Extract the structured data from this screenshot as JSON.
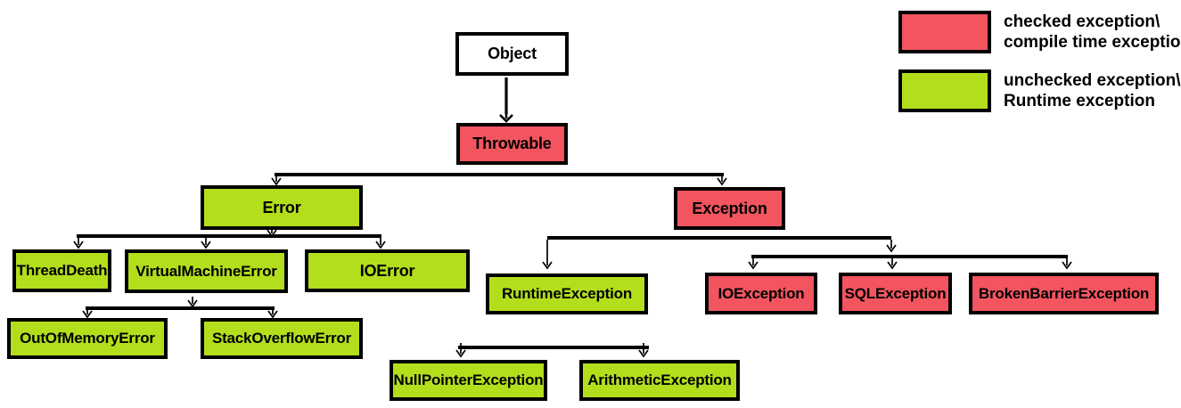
{
  "diagram": {
    "description": "Java exception class hierarchy",
    "nodes": [
      {
        "id": "object",
        "label": "Object",
        "type": "neutral"
      },
      {
        "id": "throwable",
        "label": "Throwable",
        "type": "checked"
      },
      {
        "id": "error",
        "label": "Error",
        "type": "unchecked"
      },
      {
        "id": "exception",
        "label": "Exception",
        "type": "checked"
      },
      {
        "id": "threaddeath",
        "label": "ThreadDeath",
        "type": "unchecked"
      },
      {
        "id": "virtualmachineerror",
        "label": "VirtualMachineError",
        "type": "unchecked"
      },
      {
        "id": "ioerror",
        "label": "IOError",
        "type": "unchecked"
      },
      {
        "id": "outofmemoryerror",
        "label": "OutOfMemoryError",
        "type": "unchecked"
      },
      {
        "id": "stackoverflowerror",
        "label": "StackOverflowError",
        "type": "unchecked"
      },
      {
        "id": "runtimeexception",
        "label": "RuntimeException",
        "type": "unchecked"
      },
      {
        "id": "ioexception",
        "label": "IOException",
        "type": "checked"
      },
      {
        "id": "sqlexception",
        "label": "SQLException",
        "type": "checked"
      },
      {
        "id": "brokenbarrierexception",
        "label": "BrokenBarrierException",
        "type": "checked"
      },
      {
        "id": "nullpointerexception",
        "label": "NullPointerException",
        "type": "unchecked"
      },
      {
        "id": "arithmeticexception",
        "label": "ArithmeticException",
        "type": "unchecked"
      }
    ],
    "edges": [
      {
        "from": "object",
        "to": "throwable"
      },
      {
        "from": "throwable",
        "to": "error"
      },
      {
        "from": "throwable",
        "to": "exception"
      },
      {
        "from": "error",
        "to": "threaddeath"
      },
      {
        "from": "error",
        "to": "virtualmachineerror"
      },
      {
        "from": "error",
        "to": "ioerror"
      },
      {
        "from": "virtualmachineerror",
        "to": "outofmemoryerror"
      },
      {
        "from": "virtualmachineerror",
        "to": "stackoverflowerror"
      },
      {
        "from": "exception",
        "to": "runtimeexception"
      },
      {
        "from": "exception",
        "to": "ioexception"
      },
      {
        "from": "exception",
        "to": "sqlexception"
      },
      {
        "from": "exception",
        "to": "brokenbarrierexception"
      },
      {
        "from": "runtimeexception",
        "to": "nullpointerexception"
      },
      {
        "from": "runtimeexception",
        "to": "arithmeticexception"
      }
    ]
  },
  "legend": [
    {
      "swatch": "checked",
      "lines": [
        "checked exception\\",
        "compile time exception"
      ]
    },
    {
      "swatch": "unchecked",
      "lines": [
        "unchecked exception\\",
        "Runtime exception"
      ]
    }
  ],
  "colors": {
    "checked": "#F2555F",
    "unchecked": "#B3DE1C",
    "neutral": "#FFFFFF",
    "border": "#000000",
    "line": "#000000"
  }
}
